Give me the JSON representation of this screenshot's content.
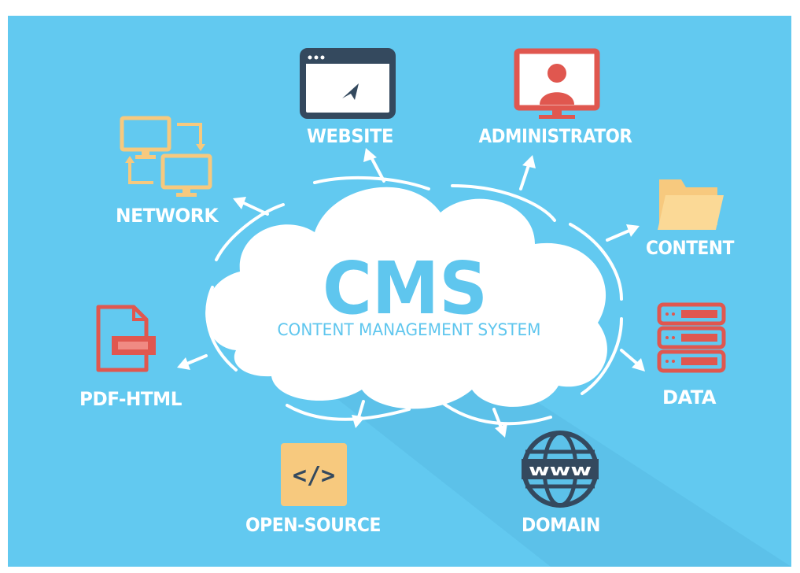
{
  "diagram": {
    "center": {
      "title": "CMS",
      "subtitle": "CONTENT MANAGEMENT SYSTEM"
    },
    "nodes": {
      "website": {
        "label": "WEBSITE",
        "icon": "browser-window-icon"
      },
      "administrator": {
        "label": "ADMINISTRATOR",
        "icon": "admin-monitor-icon"
      },
      "network": {
        "label": "NETWORK",
        "icon": "network-computers-icon"
      },
      "content": {
        "label": "CONTENT",
        "icon": "folder-icon"
      },
      "pdf_html": {
        "label": "PDF-HTML",
        "icon": "document-icon"
      },
      "data": {
        "label": "DATA",
        "icon": "server-stack-icon"
      },
      "open_source": {
        "label": "OPEN-SOURCE",
        "icon": "code-tag-icon",
        "glyph": "</>"
      },
      "domain": {
        "label": "DOMAIN",
        "icon": "globe-www-icon",
        "glyph": "www"
      }
    },
    "colors": {
      "background": "#62c9f0",
      "cloud": "#ffffff",
      "accent_blue": "#5fc6ee",
      "dark": "#34495e",
      "red": "#e0574f",
      "yellow": "#f7c97e"
    }
  }
}
